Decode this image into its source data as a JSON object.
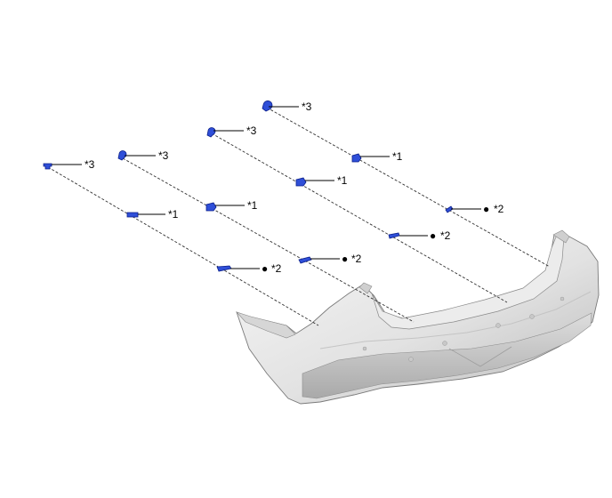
{
  "diagram": {
    "part": "rear-bumper-cover",
    "colors": {
      "part_fill_light": "#f4f4f4",
      "part_fill_mid": "#d9d9d9",
      "part_fill_dark": "#a8a8a8",
      "clip_fill": "#2f4fd8",
      "clip_outline": "#0b1f8a",
      "leader_line": "#000000"
    },
    "callouts": [
      {
        "id": "c1",
        "label": "*3",
        "marker": ""
      },
      {
        "id": "c2",
        "label": "*3",
        "marker": ""
      },
      {
        "id": "c3",
        "label": "*3",
        "marker": ""
      },
      {
        "id": "c4",
        "label": "*3",
        "marker": ""
      },
      {
        "id": "c5",
        "label": "*1",
        "marker": ""
      },
      {
        "id": "c6",
        "label": "*1",
        "marker": ""
      },
      {
        "id": "c7",
        "label": "*1",
        "marker": ""
      },
      {
        "id": "c8",
        "label": "*1",
        "marker": ""
      },
      {
        "id": "c9",
        "label": "*2",
        "marker": "●"
      },
      {
        "id": "c10",
        "label": "*2",
        "marker": "●"
      },
      {
        "id": "c11",
        "label": "*2",
        "marker": "●"
      },
      {
        "id": "c12",
        "label": "*2",
        "marker": "●"
      }
    ]
  }
}
